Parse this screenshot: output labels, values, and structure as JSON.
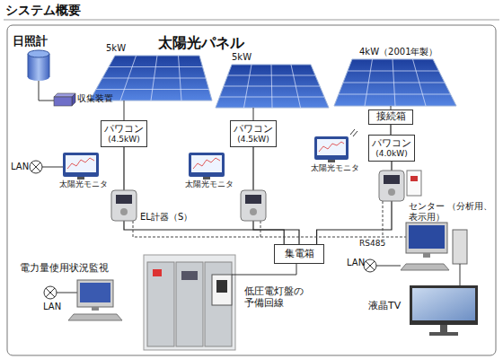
{
  "diagram": {
    "title": "システム概要",
    "nodes": [
      {
        "text": [
          "パワコン",
          "(4.5kW)"
        ]
      },
      {
        "text": [
          "パワコン",
          "(4.5kW)"
        ]
      },
      {
        "text": [
          "接続箱"
        ]
      },
      {
        "text": [
          "パワコン",
          "(4.0kW)"
        ]
      },
      {
        "text": [
          "集電箱"
        ]
      }
    ],
    "edges": [
      {
        "from": 0,
        "to": 4,
        "arrow": "none"
      },
      {
        "from": 1,
        "to": 4,
        "arrow": "none"
      },
      {
        "from": 2,
        "to": 3,
        "arrow": "none"
      },
      {
        "from": 3,
        "to": 4,
        "arrow": "none"
      }
    ],
    "labels": [
      "日照計",
      "収集装置",
      "LAN",
      "太陽光モニタ",
      "太陽光パネル",
      "5kW",
      "5kW",
      "4kW（2001年製）",
      "太陽光モニタ",
      "太陽光モニタ",
      "EL計器（S）",
      "センター （分析用、表示用）",
      "RS485",
      "LAN",
      "液晶TV",
      "電力量使用状況監視",
      "LAN",
      "低圧電灯盤の 予備回線"
    ]
  }
}
